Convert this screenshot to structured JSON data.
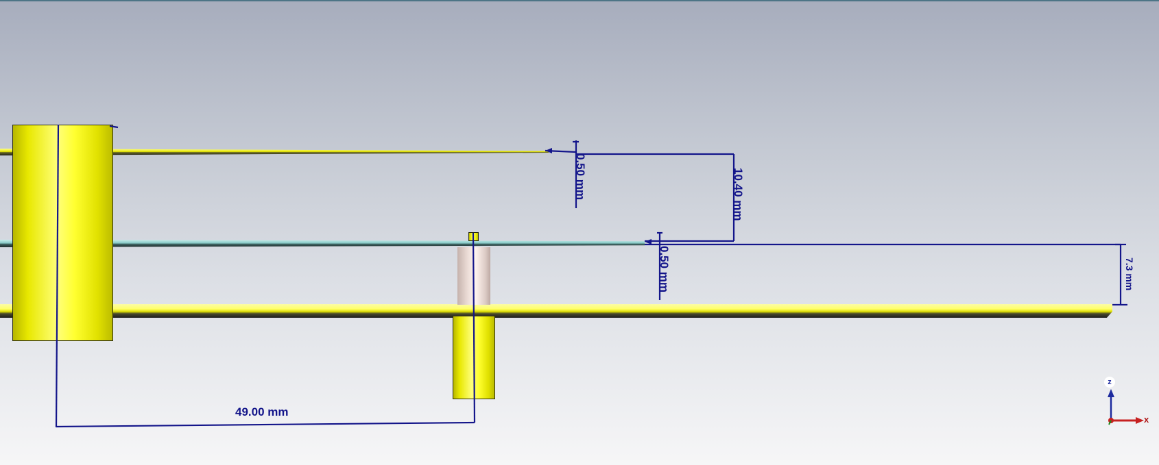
{
  "scene": {
    "dimensions": {
      "horizontal_spacing": "49.00 mm",
      "upper_plate_thickness": "0.50 mm",
      "plate_gap": "10.40 mm",
      "middle_plate_thickness": "0.50 mm",
      "ground_gap": "7.3 mm"
    },
    "axes": {
      "z": "z",
      "x": "x"
    },
    "colors": {
      "background_top": "#a7adbd",
      "background_bottom": "#f6f6f7",
      "metal_yellow": "#ffff30",
      "dielectric_cyan": "#86c9c6",
      "dimension_line": "#13158a",
      "substrate_pink": "#eadbd5"
    }
  }
}
